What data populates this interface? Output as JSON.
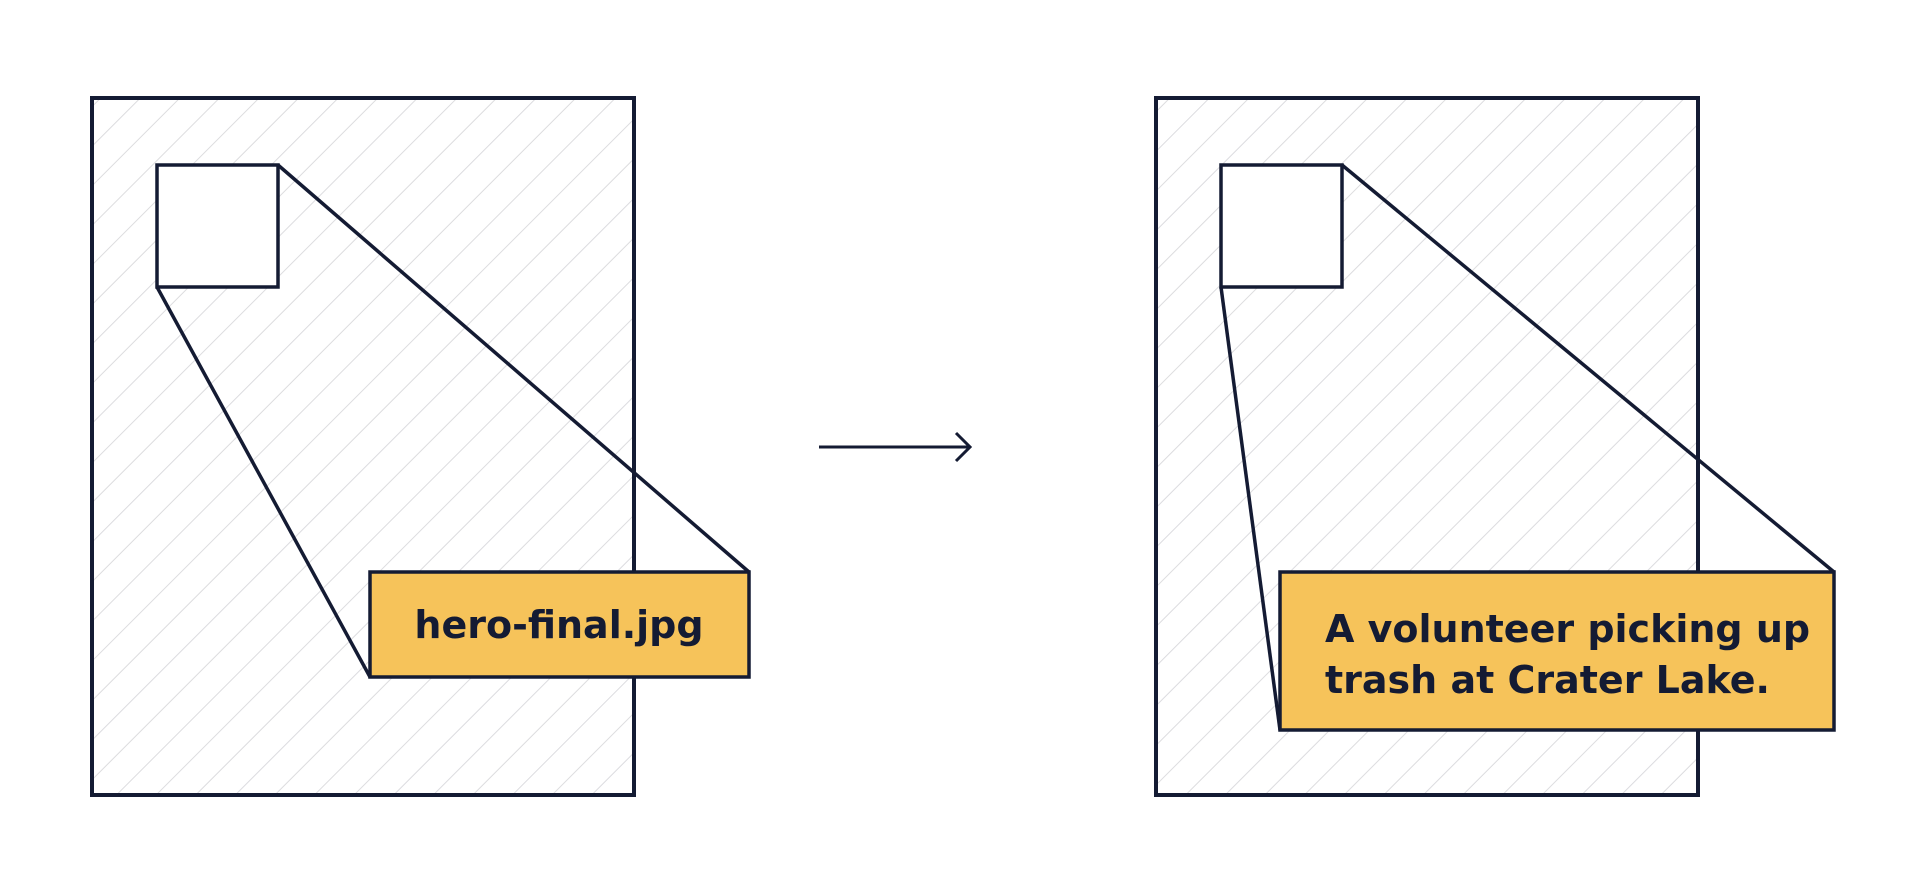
{
  "before": {
    "label": "hero-final.jpg"
  },
  "after": {
    "label_lines": [
      "A volunteer picking up",
      "trash at Crater Lake."
    ]
  },
  "colors": {
    "ink": "#141b33",
    "label_fill": "#f6c35a",
    "hatch": "#dcdcdf"
  },
  "icons": {
    "arrow": "arrow-right-icon"
  }
}
